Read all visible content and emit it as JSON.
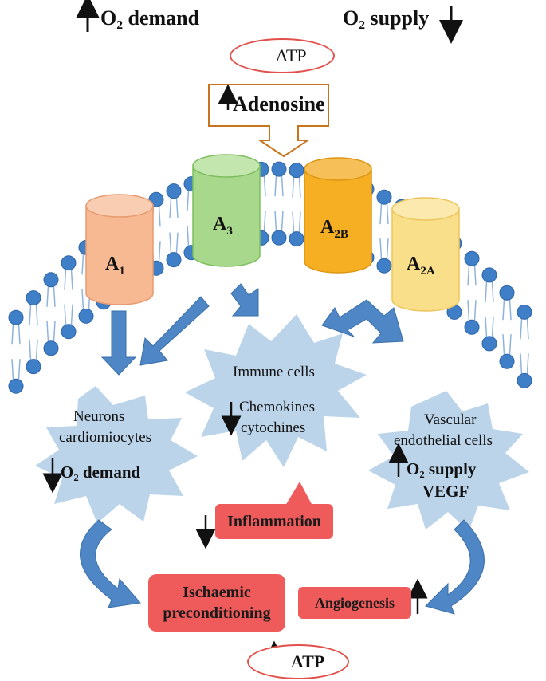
{
  "top": {
    "o2_demand": "O₂ demand",
    "o2_supply": "O₂ supply"
  },
  "atp_top": "ATP",
  "adenosine": "Adenosine",
  "receptors": {
    "a1": {
      "main": "A",
      "sub": "1"
    },
    "a3": {
      "main": "A",
      "sub": "3"
    },
    "a2b": {
      "main": "A",
      "sub": "2B"
    },
    "a2a": {
      "main": "A",
      "sub": "2A"
    }
  },
  "cells": {
    "immune": {
      "line1": "Immune cells",
      "line2": "Chemokines",
      "line3": "cytochines"
    },
    "neurons": {
      "line1": "Neurons",
      "line2": "cardiomiocytes",
      "line3": "O₂ demand"
    },
    "vascular": {
      "line1": "Vascular",
      "line2": "endothelial cells",
      "line3": "O₂ supply",
      "line4": "VEGF"
    }
  },
  "boxes": {
    "inflammation": "Inflammation",
    "ischaemic_1": "Ischaemic",
    "ischaemic_2": "preconditioning",
    "angiogenesis": "Angiogenesis"
  },
  "atp_bottom": "ATP",
  "colors": {
    "a1": "#f6b992",
    "a3": "#a8d88c",
    "a2b": "#f6ae22",
    "a2a": "#fadf8a",
    "star": "#bcd4ea",
    "arrow": "#4f86c6",
    "red": "#ef5b5b",
    "lipid": "#3f7fc8"
  }
}
